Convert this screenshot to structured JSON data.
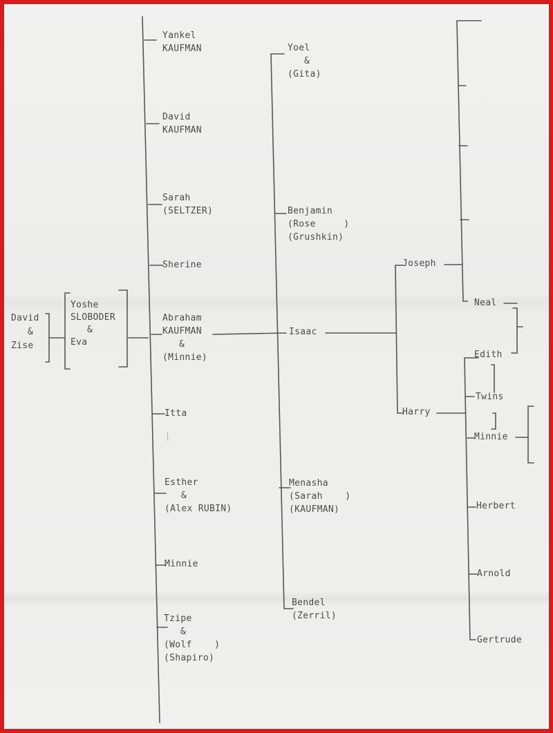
{
  "ancestors": {
    "grandparents": [
      "David",
      "&",
      "Zise"
    ],
    "parents": [
      "Yoshe",
      "SLOBODER",
      "&",
      "Eva"
    ]
  },
  "generation_1": [
    {
      "id": "yankel",
      "lines": [
        "Yankel",
        "KAUFMAN"
      ]
    },
    {
      "id": "david",
      "lines": [
        "David",
        "KAUFMAN"
      ]
    },
    {
      "id": "sarah",
      "lines": [
        "Sarah",
        "(SELTZER)"
      ]
    },
    {
      "id": "sherine",
      "lines": [
        "Sherine"
      ]
    },
    {
      "id": "abraham",
      "lines": [
        "Abraham",
        "KAUFMAN",
        "&",
        "(Minnie)"
      ]
    },
    {
      "id": "itta",
      "lines": [
        "Itta"
      ]
    },
    {
      "id": "esther",
      "lines": [
        "Esther",
        "&",
        "(Alex RUBIN)"
      ]
    },
    {
      "id": "minnie",
      "lines": [
        "Minnie"
      ]
    },
    {
      "id": "tzipe",
      "lines": [
        "Tzipe",
        "&",
        "(Wolf    )",
        "(Shapiro)"
      ]
    }
  ],
  "generation_2": [
    {
      "id": "yoel",
      "lines": [
        "Yoel",
        "&",
        "(Gita)"
      ]
    },
    {
      "id": "benjamin",
      "lines": [
        "Benjamin",
        "(Rose     )",
        "(Grushkin)"
      ]
    },
    {
      "id": "isaac",
      "lines": [
        "Isaac"
      ]
    },
    {
      "id": "menasha",
      "lines": [
        "Menasha",
        "(Sarah    )",
        "(KAUFMAN)"
      ]
    },
    {
      "id": "bendel",
      "lines": [
        "Bendel",
        "(Zerril)"
      ]
    }
  ],
  "generation_3": [
    {
      "id": "joseph",
      "lines": [
        "Joseph"
      ]
    },
    {
      "id": "harry",
      "lines": [
        "Harry"
      ]
    }
  ],
  "generation_4": [
    {
      "id": "neal",
      "lines": [
        "Neal"
      ]
    },
    {
      "id": "edith",
      "lines": [
        "Edith"
      ]
    },
    {
      "id": "twins",
      "lines": [
        "Twins"
      ]
    },
    {
      "id": "minnie2",
      "lines": [
        "Minnie"
      ]
    },
    {
      "id": "herbert",
      "lines": [
        "Herbert"
      ]
    },
    {
      "id": "arnold",
      "lines": [
        "Arnold"
      ]
    },
    {
      "id": "gertrude",
      "lines": [
        "Gertrude"
      ]
    }
  ],
  "colors": {
    "frame": "#d81c1c",
    "ink": "#4a4a4a",
    "paper": "#f0f0ef"
  }
}
